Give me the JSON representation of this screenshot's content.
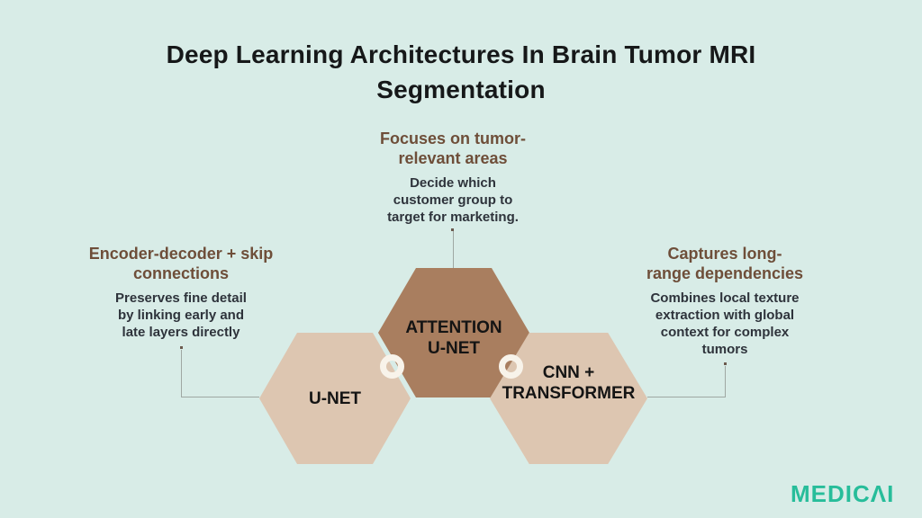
{
  "canvas": {
    "background": "#d8ece7"
  },
  "title": {
    "lines": [
      "Deep Learning Architectures In Brain Tumor MRI",
      "Segmentation"
    ],
    "color": "#161819"
  },
  "notes": {
    "top": {
      "heading_lines": [
        "Focuses on tumor-",
        "relevant areas"
      ],
      "body_lines": [
        "Decide which",
        "customer group to",
        "target for marketing."
      ]
    },
    "left": {
      "heading_lines": [
        "Encoder-decoder + skip",
        "connections"
      ],
      "body_lines": [
        "Preserves fine detail",
        "by linking early and",
        "late layers directly"
      ]
    },
    "right": {
      "heading_lines": [
        "Captures long-",
        "range dependencies"
      ],
      "body_lines": [
        "Combines local texture",
        "extraction with global",
        "context for complex",
        "tumors"
      ]
    }
  },
  "hexagons": {
    "left": {
      "lines": [
        "U-NET"
      ],
      "fill": "#ddc6b1"
    },
    "center": {
      "lines": [
        "ATTENTION",
        "U-NET"
      ],
      "fill": "#a97e5f"
    },
    "right": {
      "lines": [
        "CNN +",
        "TRANSFORMER"
      ],
      "fill": "#ddc6b1"
    }
  },
  "logo": {
    "text": "MEDICΛI",
    "color": "#27bd9a"
  },
  "colors": {
    "heading_brown": "#6e4e39",
    "body_text": "#2e333b",
    "hex_label": "#141414",
    "connector_line": "#9fa8a3",
    "connector_dot": "#6b5a4e",
    "ring": "#f8f3ea"
  }
}
